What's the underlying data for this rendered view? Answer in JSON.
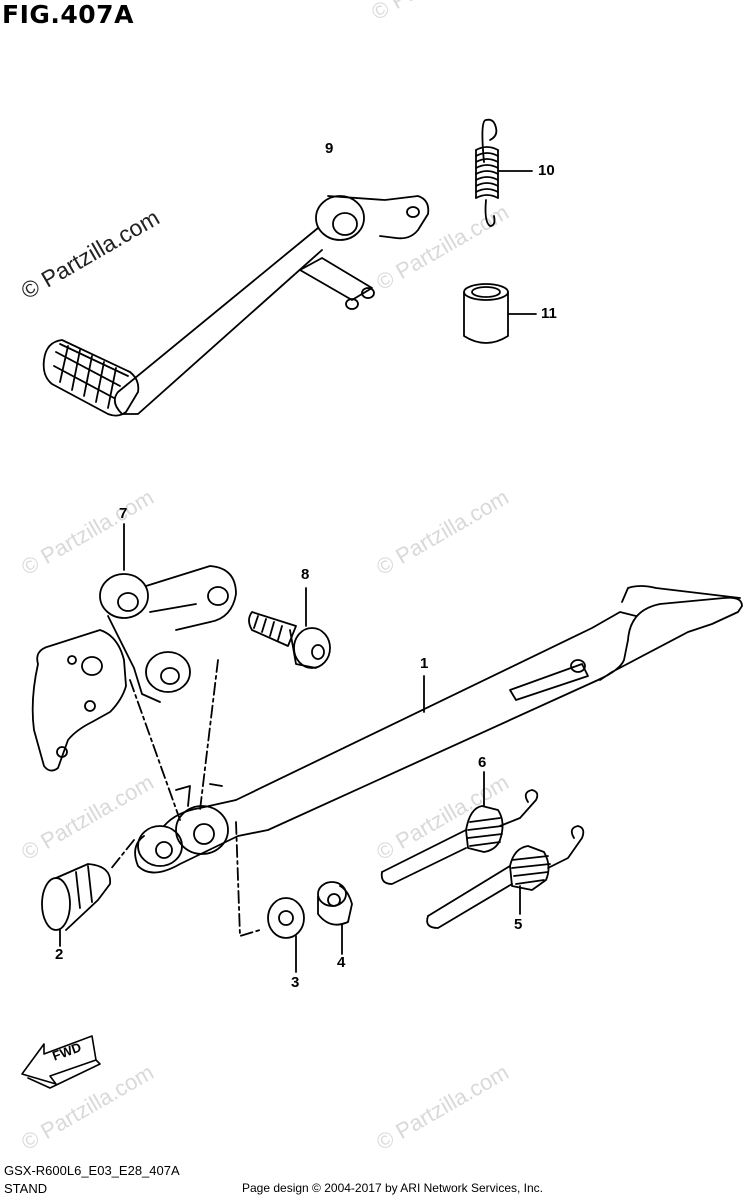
{
  "figure": {
    "title": "FIG.407A",
    "code": "GSX-R600L6_E03_E28_407A",
    "name": "STAND"
  },
  "footer": {
    "page_design": "Page design © 2004-2017 by ARI Network Services, Inc."
  },
  "watermark": {
    "text": "© Partzilla.com"
  },
  "fwd_badge": "FWD",
  "callouts": [
    {
      "id": "1",
      "label": "1"
    },
    {
      "id": "2",
      "label": "2"
    },
    {
      "id": "3",
      "label": "3"
    },
    {
      "id": "4",
      "label": "4"
    },
    {
      "id": "5",
      "label": "5"
    },
    {
      "id": "6",
      "label": "6"
    },
    {
      "id": "7",
      "label": "7"
    },
    {
      "id": "8",
      "label": "8"
    },
    {
      "id": "9",
      "label": "9"
    },
    {
      "id": "10",
      "label": "10"
    },
    {
      "id": "11",
      "label": "11"
    }
  ],
  "colors": {
    "line": "#000000",
    "watermark": "#d9d9d9",
    "background": "#ffffff"
  }
}
